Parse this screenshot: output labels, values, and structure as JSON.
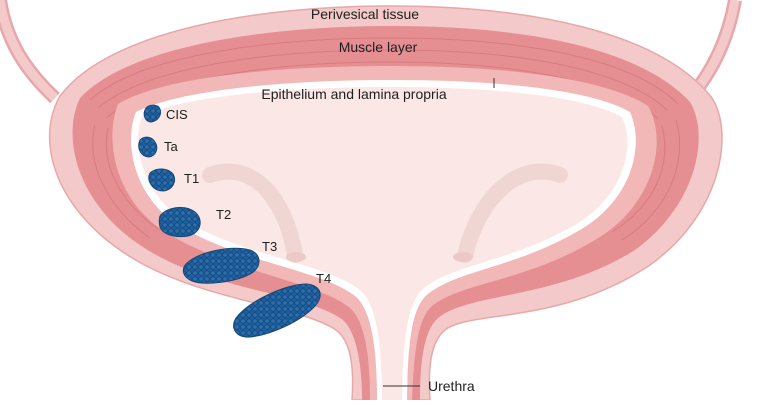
{
  "labels": {
    "perivesical": "Perivesical tissue",
    "muscle": "Muscle layer",
    "epithelium": "Epithelium and lamina propria",
    "urethra": "Urethra"
  },
  "stages": [
    "CIS",
    "Ta",
    "T1",
    "T2",
    "T3",
    "T4"
  ],
  "colors": {
    "perivesical": "#f4c9c9",
    "muscle": "#e58f93",
    "muscle_dark": "#cf6b72",
    "lamina": "#f2b7b7",
    "lumen": "#fbe7e5",
    "epithelium": "#ffffff",
    "tumor": "#1f5fa0",
    "tumor_dark": "#134775"
  }
}
